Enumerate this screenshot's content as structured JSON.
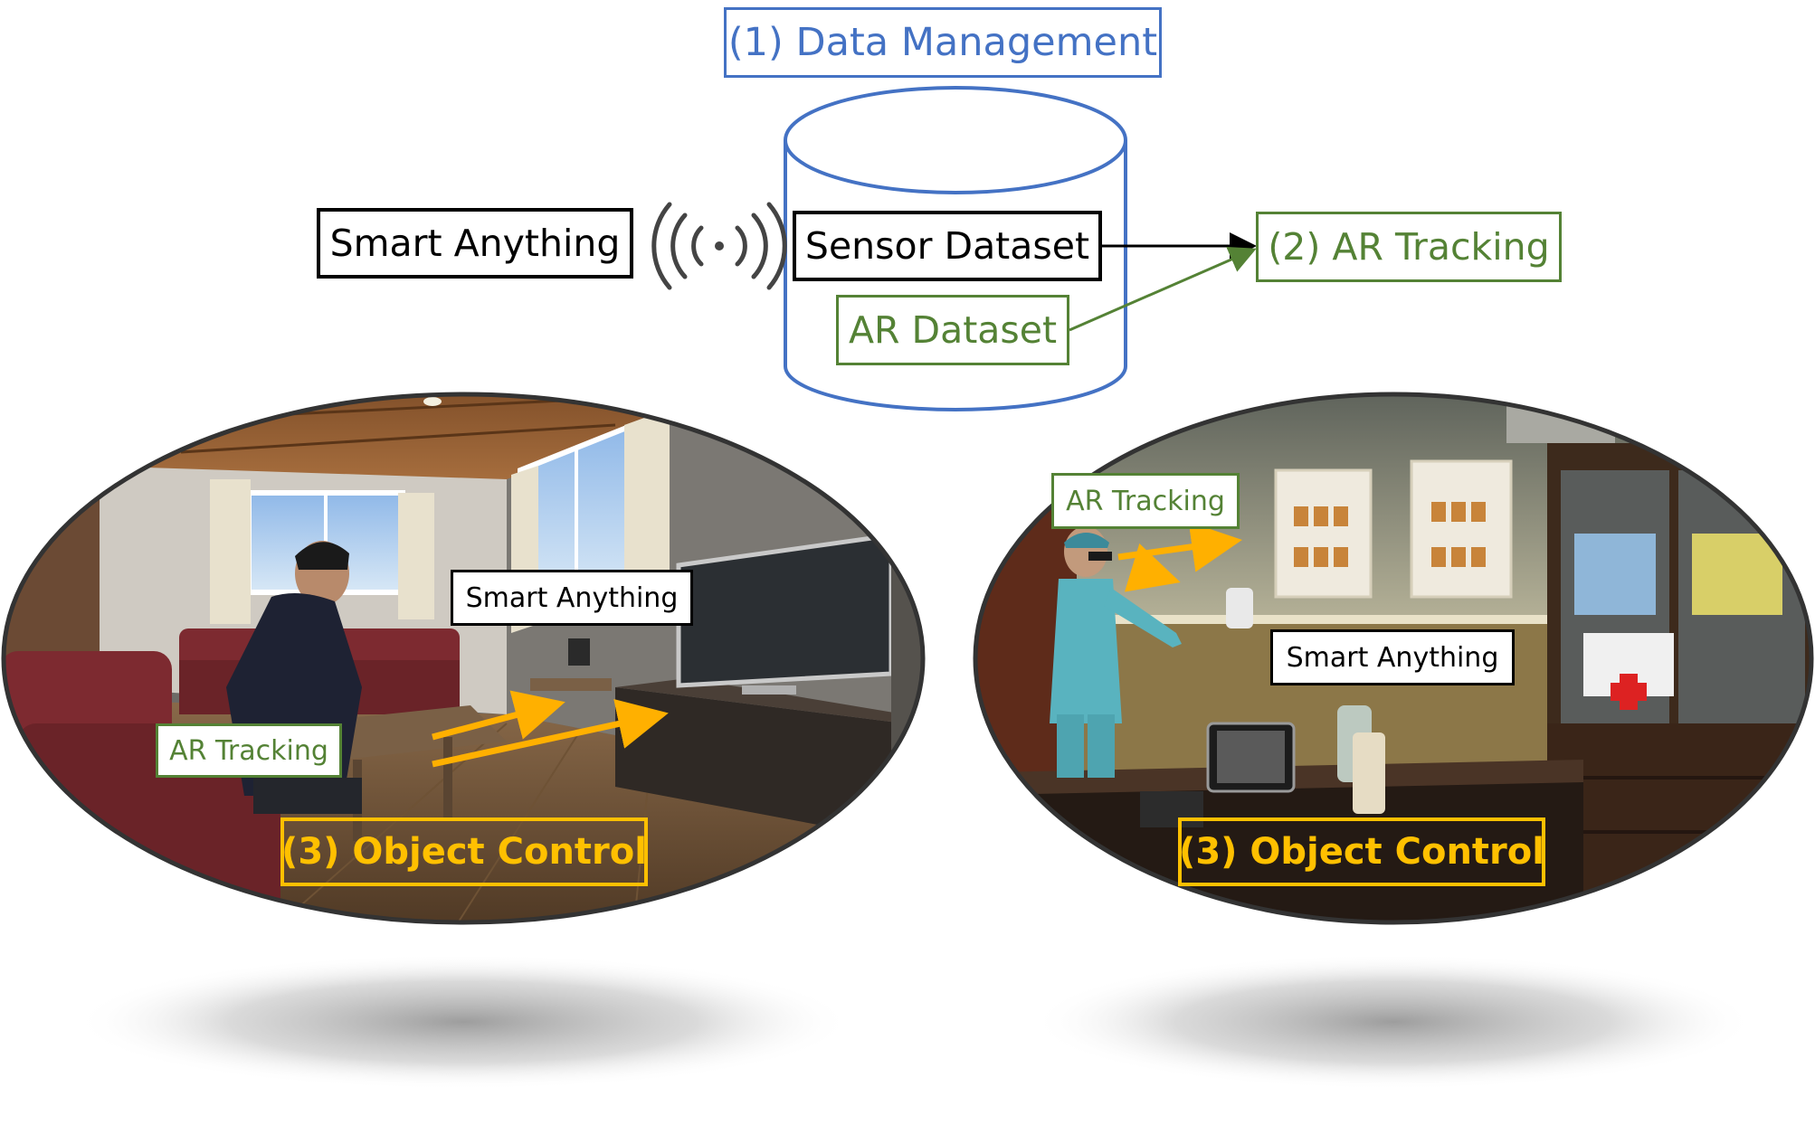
{
  "top": {
    "data_management": "(1) Data Management",
    "smart_anything": "Smart Anything",
    "sensor_dataset": "Sensor Dataset",
    "ar_dataset": "AR Dataset",
    "ar_tracking": "(2) AR Tracking"
  },
  "left_scene": {
    "ar_tracking": "AR Tracking",
    "smart_anything": "Smart Anything",
    "object_control": "(3) Object Control"
  },
  "right_scene": {
    "ar_tracking": "AR Tracking",
    "smart_anything": "Smart Anything",
    "object_control": "(3) Object Control"
  },
  "colors": {
    "data_blue": "#4472c4",
    "ar_green": "#548235",
    "control_gold": "#ffc000",
    "arrow_gold": "#ffb000"
  },
  "icons": [
    "wireless-signal-icon",
    "database-cylinder-icon"
  ]
}
